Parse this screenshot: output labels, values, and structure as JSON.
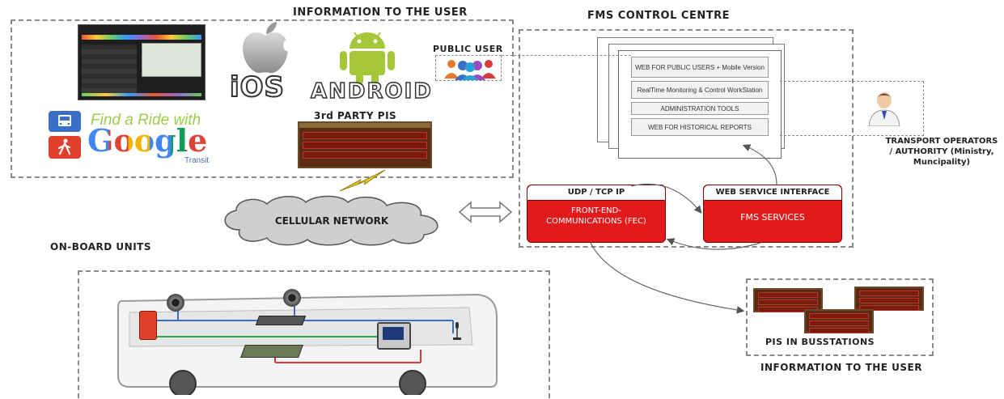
{
  "headers": {
    "info_to_user_top": "INFORMATION TO THE USER",
    "fms_control_centre": "FMS CONTROL CENTRE",
    "public_user": "PUBLIC USER",
    "on_board_units": "ON-BOARD UNITS",
    "pis_in_bus_stations": "PIS IN BUSSTATIONS",
    "info_to_user_bottom": "INFORMATION TO THE USER",
    "third_party_pis": "3rd PARTY PIS",
    "transport_operators": "TRANSPORT OPERATORS / AUTHORITY (Ministry, Muncipality)"
  },
  "logos": {
    "ios": "iOS",
    "android": "ANDROID",
    "find_a_ride": "Find a Ride with",
    "google": "Google",
    "transit": "Transit"
  },
  "network": {
    "cellular": "CELLULAR NETWORK"
  },
  "fms_panels": [
    "WEB FOR PUBLIC USERS + Mobile Version",
    "RealTime Monitoring & Control WorkStation",
    "ADMINISTRATION TOOLS",
    "WEB FOR HISTORICAL REPORTS"
  ],
  "fec": {
    "header": "UDP / TCP IP",
    "body": "FRONT-END-COMMUNICATIONS (FEC)"
  },
  "services": {
    "header": "WEB SERVICE INTERFACE",
    "body": "FMS SERVICES"
  },
  "colors": {
    "red": "#e11b1b",
    "dash": "#8a8a8a",
    "google_blue": "#4285f4",
    "google_red": "#db4437",
    "google_yellow": "#f4b400",
    "google_green": "#0f9d58",
    "android_green": "#a4c639"
  }
}
